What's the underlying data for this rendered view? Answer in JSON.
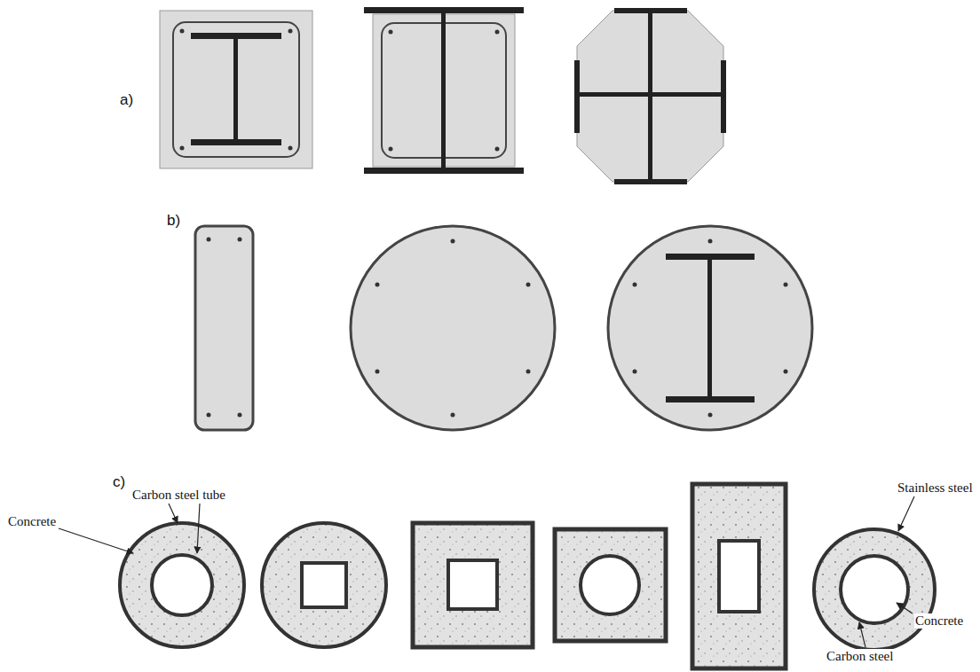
{
  "diagram": {
    "labels": [
      "a)",
      "b)",
      "c)",
      "Carbon steel tube",
      "Concrete",
      "Stainless steel",
      "Concrete",
      "Carbon steel"
    ]
  }
}
